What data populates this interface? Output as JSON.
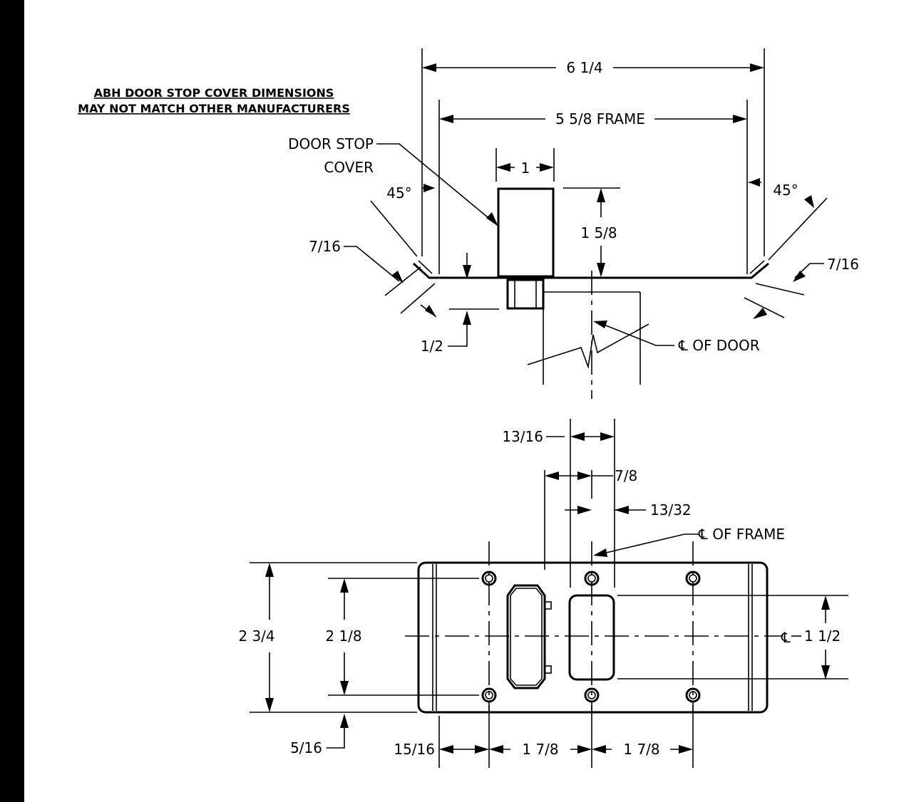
{
  "notes": {
    "line1": "ABH DOOR STOP COVER DIMENSIONS",
    "line2": "MAY NOT MATCH OTHER MANUFACTURERS"
  },
  "labels": {
    "door_stop_cover_1": "DOOR STOP",
    "door_stop_cover_2": "COVER",
    "centerline_door": "℄ OF DOOR",
    "centerline_frame": "℄ OF FRAME",
    "centerline_symbol": "℄"
  },
  "dimensions": {
    "overall_width": "6 1/4",
    "frame_width": "5 5/8 FRAME",
    "stop_width": "1",
    "stop_height": "1 5/8",
    "angle_left": "45°",
    "angle_right": "45°",
    "flange_left": "7/16",
    "flange_right": "7/16",
    "projection": "1/2",
    "slot_width": "13/16",
    "slot_offset": "7/8",
    "slot_half": "13/32",
    "overall_height": "2 3/4",
    "hole_spacing_vertical": "2 1/8",
    "slot_height": "1 1/2",
    "edge_offset": "5/16",
    "hole_edge": "15/16",
    "hole_spacing_1": "1 7/8",
    "hole_spacing_2": "1 7/8"
  }
}
